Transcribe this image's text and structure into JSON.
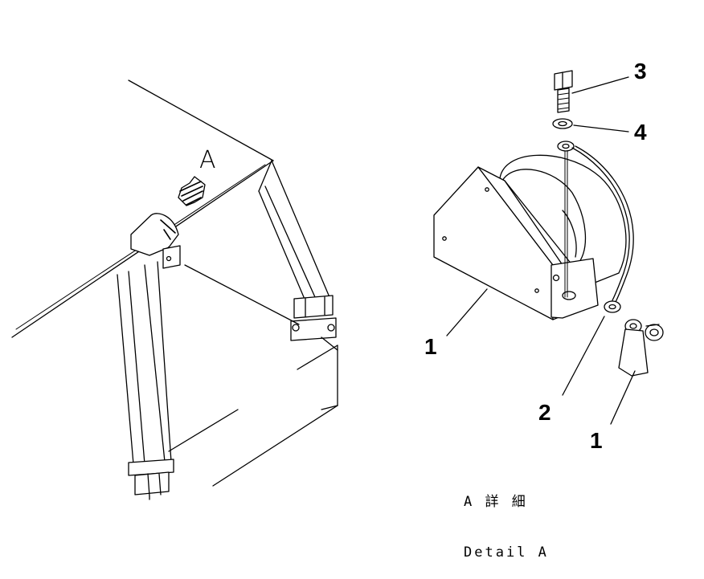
{
  "view": {
    "arrow_letter": "A"
  },
  "callouts": {
    "bolt": "3",
    "washer": "4",
    "bracket": "1",
    "clip": "2",
    "nut": "1"
  },
  "caption": {
    "line1": "A 詳 細",
    "line2": "Detail A"
  }
}
